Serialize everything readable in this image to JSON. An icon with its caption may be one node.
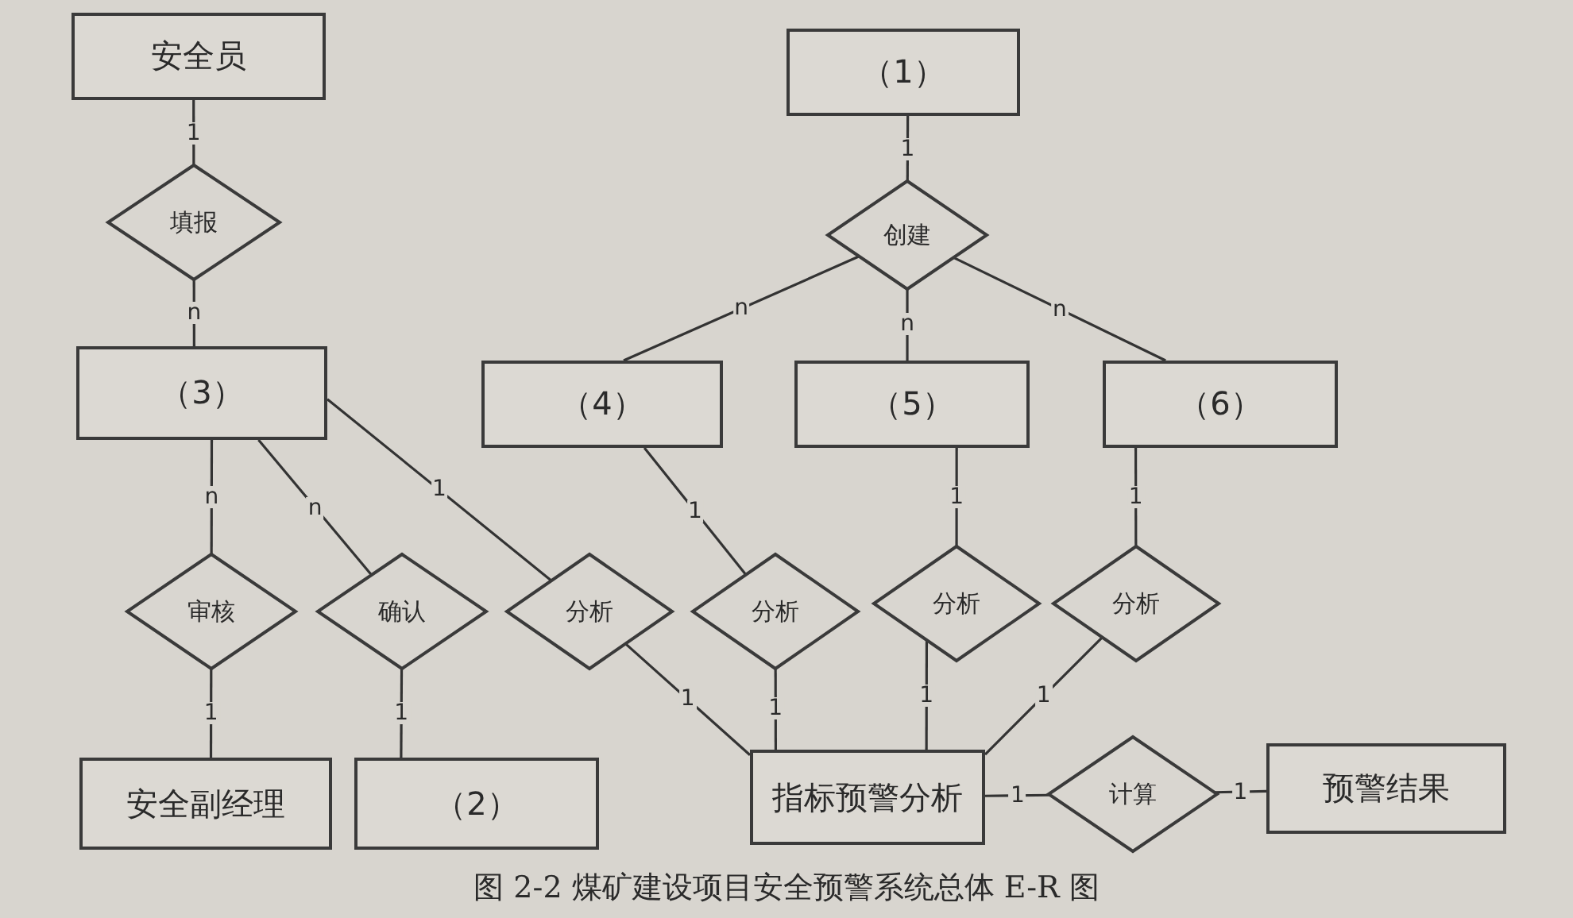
{
  "diagram": {
    "caption": "图 2-2 煤矿建设项目安全预警系统总体 E-R 图",
    "nodes": [
      {
        "text": [
          "安全员"
        ]
      },
      {
        "text": [
          "（1）"
        ]
      },
      {
        "text": [
          "填报"
        ]
      },
      {
        "text": [
          "创建"
        ]
      },
      {
        "text": [
          "（3）"
        ]
      },
      {
        "text": [
          "（4）"
        ]
      },
      {
        "text": [
          "（5）"
        ]
      },
      {
        "text": [
          "（6）"
        ]
      },
      {
        "text": [
          "审核"
        ]
      },
      {
        "text": [
          "确认"
        ]
      },
      {
        "text": [
          "分析"
        ]
      },
      {
        "text": [
          "分析"
        ]
      },
      {
        "text": [
          "分析"
        ]
      },
      {
        "text": [
          "分析"
        ]
      },
      {
        "text": [
          "安全副经理"
        ]
      },
      {
        "text": [
          "（2）"
        ]
      },
      {
        "text": [
          "指标预警分析"
        ]
      },
      {
        "text": [
          "计算"
        ]
      },
      {
        "text": [
          "预警结果"
        ]
      }
    ],
    "edges": [
      {
        "from": 0,
        "to": 2,
        "arrow": "none",
        "label": "1"
      },
      {
        "from": 2,
        "to": 4,
        "arrow": "none",
        "label": "n"
      },
      {
        "from": 1,
        "to": 3,
        "arrow": "none",
        "label": "1"
      },
      {
        "from": 3,
        "to": 5,
        "arrow": "none",
        "label": "n"
      },
      {
        "from": 3,
        "to": 6,
        "arrow": "none",
        "label": "n"
      },
      {
        "from": 3,
        "to": 7,
        "arrow": "none",
        "label": "n"
      },
      {
        "from": 4,
        "to": 8,
        "arrow": "none",
        "label": "n"
      },
      {
        "from": 4,
        "to": 9,
        "arrow": "none",
        "label": "n"
      },
      {
        "from": 4,
        "to": 10,
        "arrow": "none",
        "label": "1"
      },
      {
        "from": 8,
        "to": 14,
        "arrow": "none",
        "label": "1"
      },
      {
        "from": 9,
        "to": 15,
        "arrow": "none",
        "label": "1"
      },
      {
        "from": 10,
        "to": 16,
        "arrow": "none",
        "label": "1"
      },
      {
        "from": 5,
        "to": 11,
        "arrow": "none",
        "label": "1"
      },
      {
        "from": 11,
        "to": 16,
        "arrow": "none",
        "label": "1"
      },
      {
        "from": 6,
        "to": 12,
        "arrow": "none",
        "label": "1"
      },
      {
        "from": 12,
        "to": 16,
        "arrow": "none",
        "label": "1"
      },
      {
        "from": 7,
        "to": 13,
        "arrow": "none",
        "label": "1"
      },
      {
        "from": 13,
        "to": 16,
        "arrow": "none",
        "label": "1"
      },
      {
        "from": 16,
        "to": 17,
        "arrow": "none",
        "label": "1"
      },
      {
        "from": 17,
        "to": 18,
        "arrow": "none",
        "label": "1"
      }
    ]
  }
}
